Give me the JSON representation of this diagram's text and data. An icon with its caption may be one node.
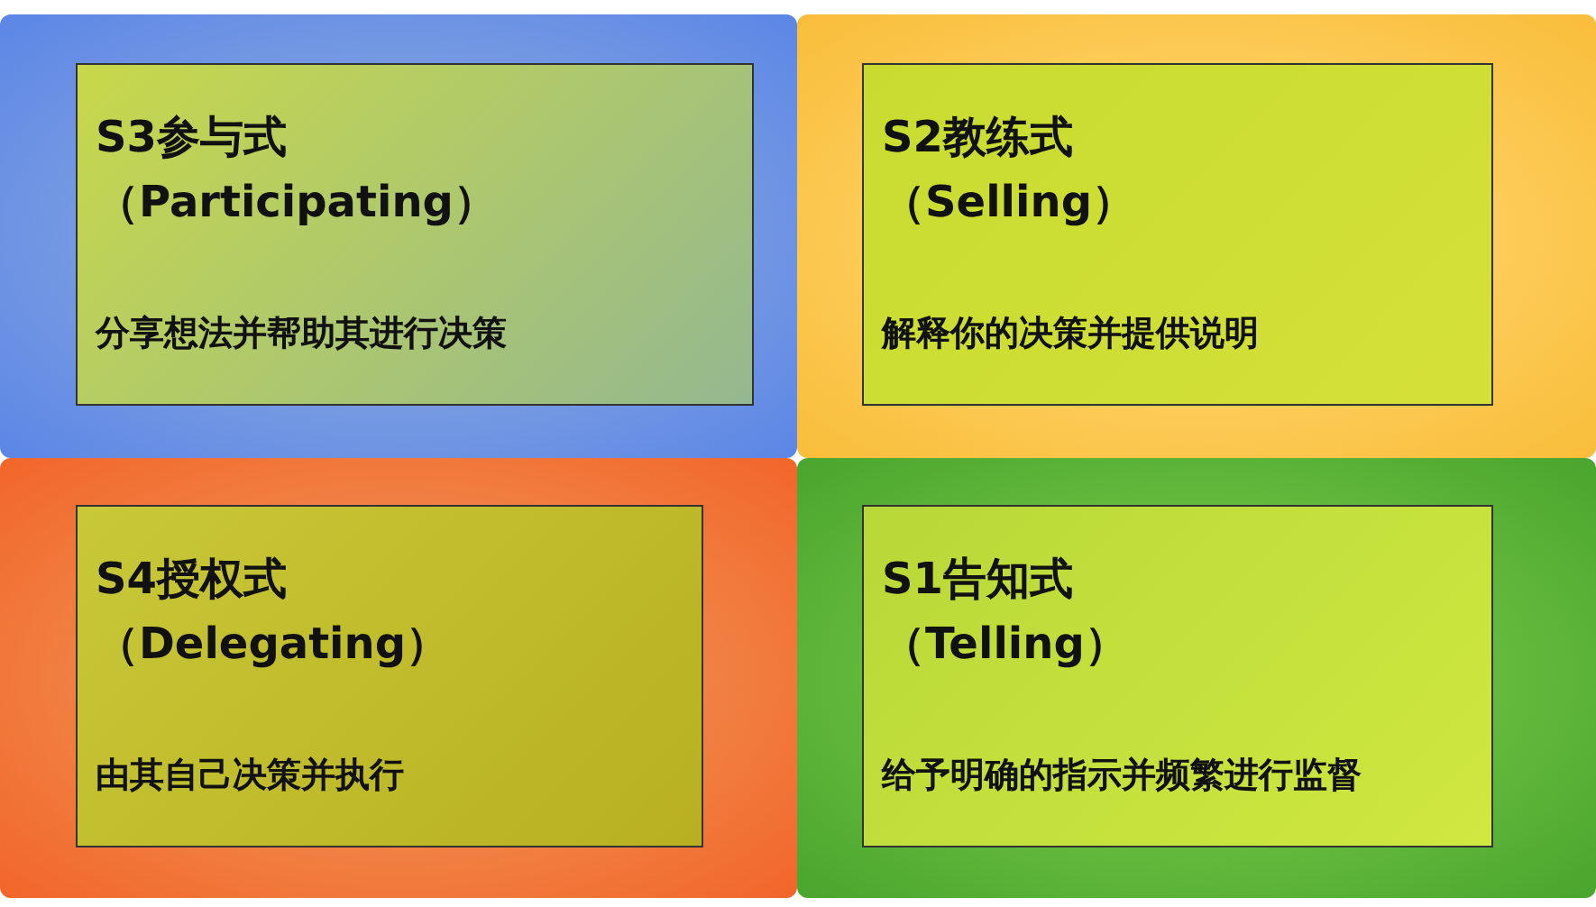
{
  "diagram": {
    "nodes": [
      {
        "text": [
          "S3参与式（Participating）",
          "分享想法并帮助其进行决策"
        ]
      },
      {
        "text": [
          "S2教练式（Selling）",
          "解释你的决策并提供说明"
        ]
      },
      {
        "text": [
          "S4授权式（Delegating）",
          "由其自己决策并执行"
        ]
      },
      {
        "text": [
          "S1告知式（Telling）",
          "给予明确的指示并频繁进行监督"
        ]
      }
    ]
  }
}
